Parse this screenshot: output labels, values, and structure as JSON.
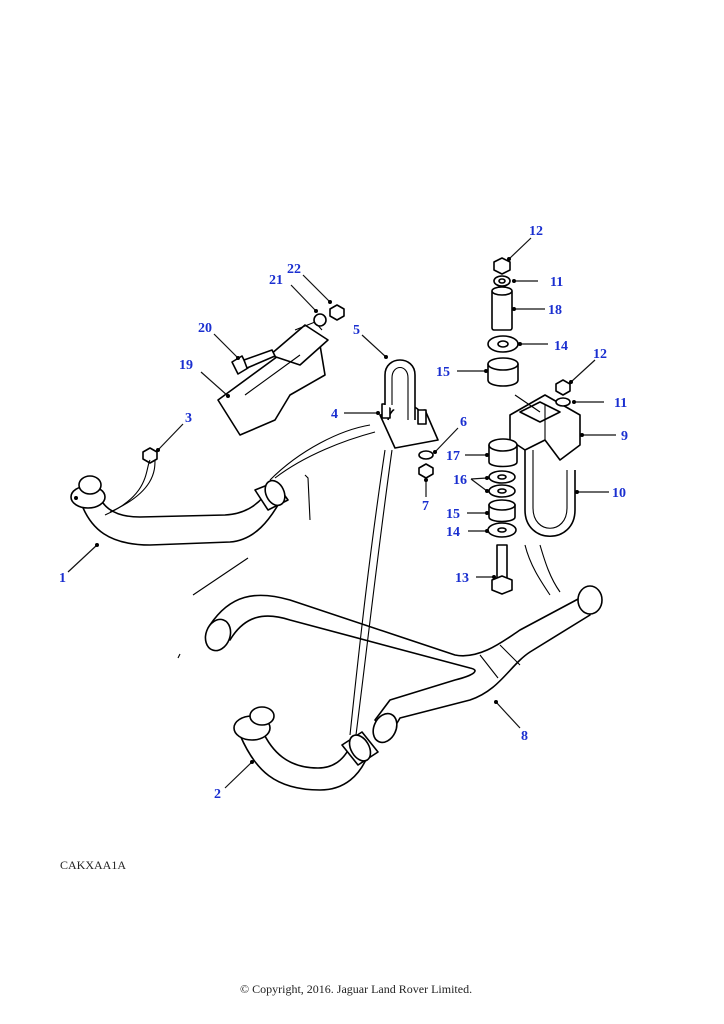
{
  "callouts": [
    {
      "id": "c1",
      "text": "1"
    },
    {
      "id": "c2",
      "text": "2"
    },
    {
      "id": "c3",
      "text": "3"
    },
    {
      "id": "c4",
      "text": "4"
    },
    {
      "id": "c5",
      "text": "5"
    },
    {
      "id": "c6",
      "text": "6"
    },
    {
      "id": "c7",
      "text": "7"
    },
    {
      "id": "c8",
      "text": "8"
    },
    {
      "id": "c9",
      "text": "9"
    },
    {
      "id": "c10",
      "text": "10"
    },
    {
      "id": "c11a",
      "text": "11"
    },
    {
      "id": "c11b",
      "text": "11"
    },
    {
      "id": "c12a",
      "text": "12"
    },
    {
      "id": "c12b",
      "text": "12"
    },
    {
      "id": "c13",
      "text": "13"
    },
    {
      "id": "c14a",
      "text": "14"
    },
    {
      "id": "c14b",
      "text": "14"
    },
    {
      "id": "c15a",
      "text": "15"
    },
    {
      "id": "c15b",
      "text": "15"
    },
    {
      "id": "c16",
      "text": "16"
    },
    {
      "id": "c17",
      "text": "17"
    },
    {
      "id": "c18",
      "text": "18"
    },
    {
      "id": "c19",
      "text": "19"
    },
    {
      "id": "c20",
      "text": "20"
    },
    {
      "id": "c21",
      "text": "21"
    },
    {
      "id": "c22",
      "text": "22"
    }
  ],
  "reference_code": "CAKXAA1A",
  "copyright": "© Copyright, 2016. Jaguar Land Rover Limited.",
  "colors": {
    "callout": "#1a2fd0",
    "line": "#000000",
    "background": "#ffffff"
  }
}
